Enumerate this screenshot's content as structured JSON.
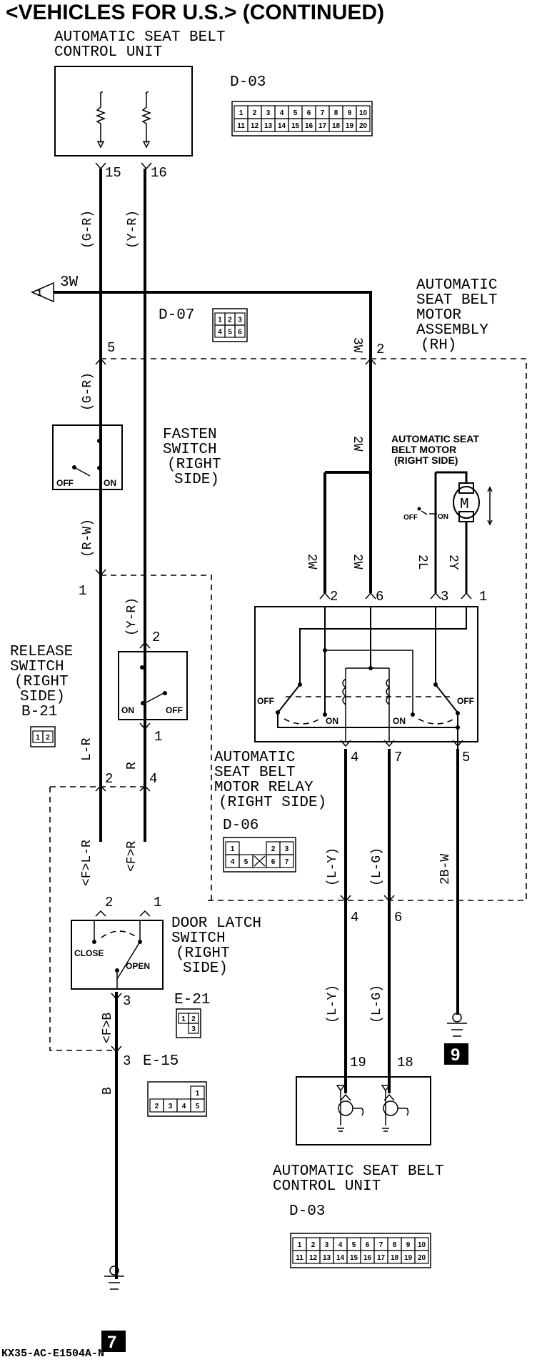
{
  "title": "<VEHICLES FOR U.S.> (CONTINUED)",
  "top_unit": {
    "name_line1": "AUTOMATIC SEAT BELT",
    "name_line2": "CONTROL UNIT",
    "connector": "D-03",
    "pins": [
      "15",
      "16"
    ]
  },
  "d03_connector": {
    "row1": [
      "1",
      "2",
      "3",
      "4",
      "5",
      "6",
      "7",
      "8",
      "9",
      "10"
    ],
    "row2": [
      "11",
      "12",
      "13",
      "14",
      "15",
      "16",
      "17",
      "18",
      "19",
      "20"
    ]
  },
  "wires": {
    "g_r": "(G-R)",
    "y_r": "(Y-R)",
    "w3": "3W",
    "w2": "2W",
    "r_w": "(R-W)",
    "l_r": "L-R",
    "r": "R",
    "f_l_r": "<F>L-R",
    "f_r": "<F>R",
    "f_b": "<F>B",
    "b": "B",
    "l2": "2L",
    "y2": "2Y",
    "l_y": "(L-Y)",
    "l_g": "(L-G)",
    "b2_w": "2B-W"
  },
  "d07": {
    "connector": "D-07",
    "cells": [
      "1",
      "2",
      "3",
      "4",
      "5",
      "6"
    ],
    "ref_marker": "1"
  },
  "motor_assembly": {
    "line1": "AUTOMATIC",
    "line2": "SEAT BELT",
    "line3": "MOTOR",
    "line4": "ASSEMBLY",
    "line5": "(RH)"
  },
  "fasten_switch": {
    "line1": "FASTEN",
    "line2": "SWITCH",
    "line3": "(RIGHT",
    "line4": "SIDE)",
    "off": "OFF",
    "on": "ON"
  },
  "motor": {
    "line1": "AUTOMATIC SEAT",
    "line2": "BELT MOTOR",
    "line3": "(RIGHT SIDE)",
    "symbol": "M",
    "off": "OFF",
    "on": "ON"
  },
  "release_switch": {
    "line1": "RELEASE",
    "line2": "SWITCH",
    "line3": "(RIGHT",
    "line4": "SIDE)",
    "connector": "B-21",
    "cells": [
      "1",
      "2"
    ],
    "on": "ON",
    "off": "OFF"
  },
  "relay": {
    "line1": "AUTOMATIC",
    "line2": "SEAT BELT",
    "line3": "MOTOR RELAY",
    "line4": "(RIGHT SIDE)",
    "connector": "D-06",
    "cells_top": [
      "1",
      "2",
      "3"
    ],
    "cells_bottom": [
      "4",
      "5",
      "6",
      "7"
    ],
    "off": "OFF",
    "on": "ON",
    "pins_top": [
      "2",
      "6",
      "3",
      "1"
    ],
    "pins_bottom": [
      "4",
      "7",
      "5"
    ]
  },
  "door_latch": {
    "line1": "DOOR LATCH",
    "line2": "SWITCH",
    "line3": "(RIGHT",
    "line4": "SIDE)",
    "close": "CLOSE",
    "open": "OPEN",
    "connector": "E-21",
    "cells": [
      "1",
      "2",
      "3"
    ]
  },
  "e15": {
    "connector": "E-15",
    "cells": [
      "1",
      "2",
      "3",
      "4",
      "5"
    ]
  },
  "pins": {
    "p5": "5",
    "p2a": "2",
    "p1a": "1",
    "p2b": "2",
    "p1b": "1",
    "p2c": "2",
    "p4c": "4",
    "p2d": "2",
    "p1d": "1",
    "p3e": "3",
    "p3f": "3",
    "p4g": "4",
    "p6g": "6",
    "p19": "19",
    "p18": "18"
  },
  "bottom_unit": {
    "name_line1": "AUTOMATIC SEAT BELT",
    "name_line2": "CONTROL UNIT",
    "connector": "D-03"
  },
  "grounds": {
    "g9": "9",
    "g7": "7"
  },
  "doc_code": "KX35-AC-E1504A-N"
}
